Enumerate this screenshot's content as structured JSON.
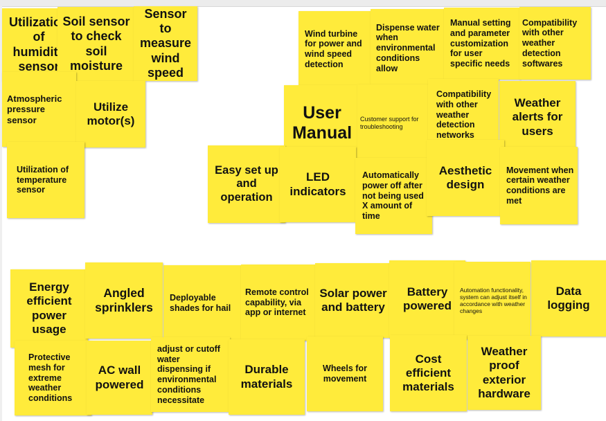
{
  "board": {
    "background": "#ffffff",
    "note_color": "#ffeb3b"
  },
  "notes": [
    {
      "id": "humidity-sensor",
      "text": "Utilization of humidity sensor"
    },
    {
      "id": "soil-sensor",
      "text": "Soil sensor to check soil moisture"
    },
    {
      "id": "wind-sensor",
      "text": "Sensor to measure wind speed"
    },
    {
      "id": "pressure-sensor",
      "text": "Atmospheric pressure sensor"
    },
    {
      "id": "utilize-motor",
      "text": "Utilize motor(s)"
    },
    {
      "id": "temperature-sensor",
      "text": "Utilization of temperature sensor"
    },
    {
      "id": "wind-turbine",
      "text": "Wind turbine for power and wind speed detection"
    },
    {
      "id": "dispense-water",
      "text": "Dispense water when environmental conditions allow"
    },
    {
      "id": "manual-setting",
      "text": "Manual setting and parameter customization for user specific needs"
    },
    {
      "id": "compat-software",
      "text": "Compatibility with other weather detection softwares"
    },
    {
      "id": "user-manual",
      "text": "User Manual"
    },
    {
      "id": "customer-support",
      "text": "Customer support for troubleshooting"
    },
    {
      "id": "compat-networks",
      "text": "Compatibility with other weather detection networks"
    },
    {
      "id": "weather-alerts",
      "text": "Weather alerts for users"
    },
    {
      "id": "easy-setup",
      "text": "Easy set up and operation"
    },
    {
      "id": "led-indicators",
      "text": "LED indicators"
    },
    {
      "id": "auto-power-off",
      "text": "Automatically power off after not being used X amount of time"
    },
    {
      "id": "aesthetic-design",
      "text": "Aesthetic design"
    },
    {
      "id": "movement-conditions",
      "text": "Movement when certain weather conditions are met"
    },
    {
      "id": "energy-efficient",
      "text": "Energy efficient power usage"
    },
    {
      "id": "angled-sprinklers",
      "text": "Angled sprinklers"
    },
    {
      "id": "deployable-shades",
      "text": "Deployable shades for hail"
    },
    {
      "id": "remote-control",
      "text": "Remote control capability, via app or internet"
    },
    {
      "id": "solar-power",
      "text": "Solar power and battery"
    },
    {
      "id": "battery-powered",
      "text": "Battery powered"
    },
    {
      "id": "automation",
      "text": "Automation functionality, system can adjust itself in accordance with weather changes"
    },
    {
      "id": "data-logging",
      "text": "Data logging"
    },
    {
      "id": "protective-mesh",
      "text": "Protective mesh for extreme weather conditions"
    },
    {
      "id": "ac-wall",
      "text": "AC wall powered"
    },
    {
      "id": "adjust-water",
      "text": "adjust or cutoff water dispensing if environmental conditions necessitate"
    },
    {
      "id": "durable-materials",
      "text": "Durable materials"
    },
    {
      "id": "wheels",
      "text": "Wheels for movement"
    },
    {
      "id": "cost-efficient",
      "text": "Cost efficient materials"
    },
    {
      "id": "weather-proof",
      "text": "Weather proof exterior hardware"
    }
  ]
}
